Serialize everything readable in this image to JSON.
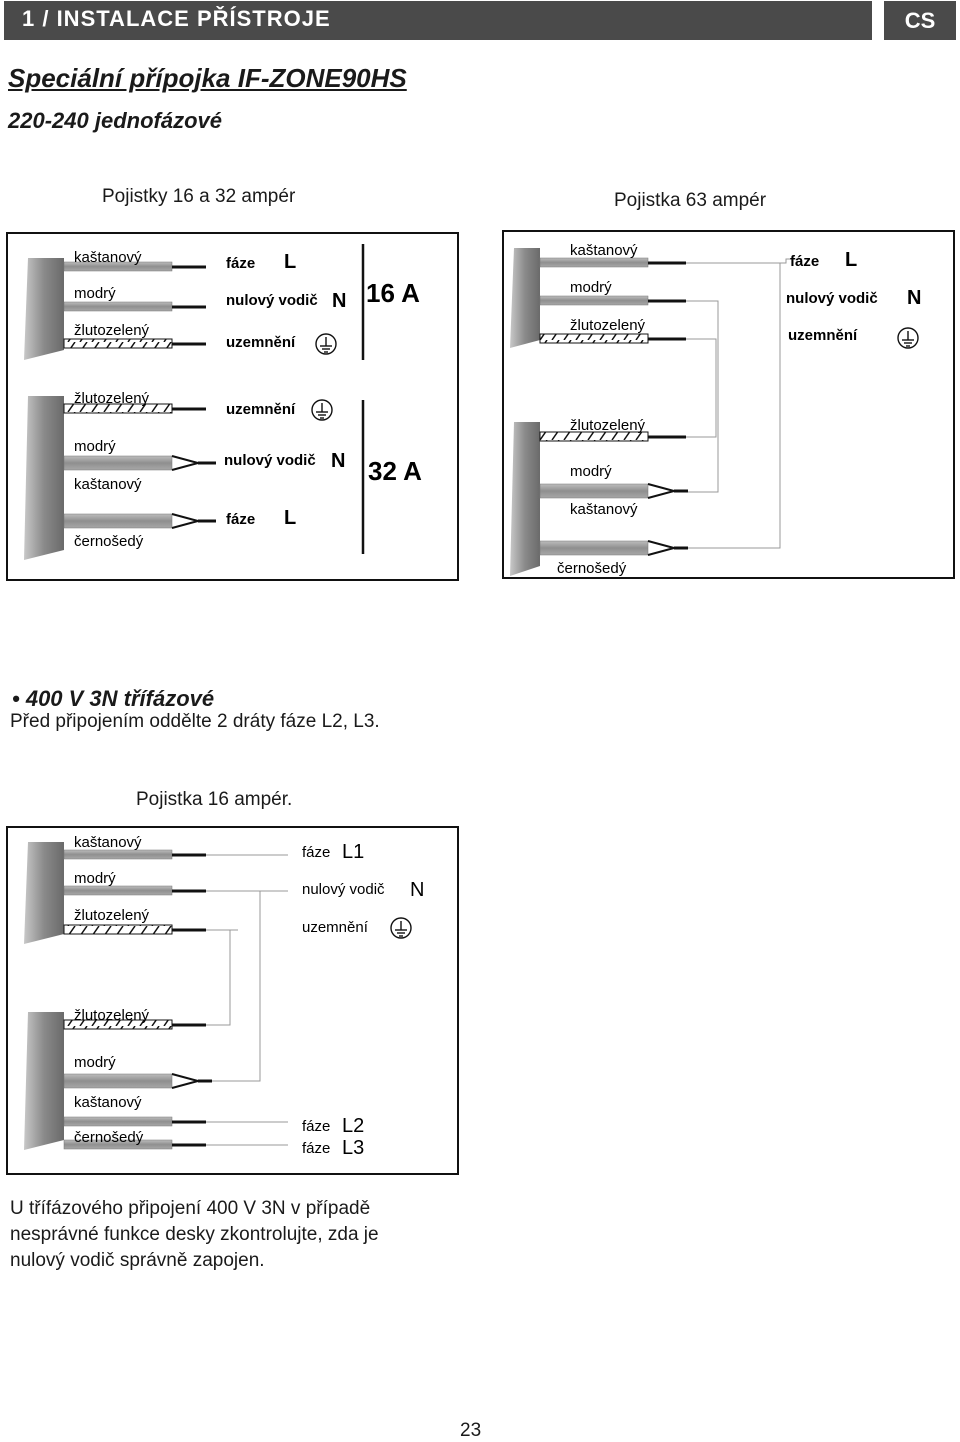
{
  "header": {
    "title": "1 / INSTALACE  PŘÍSTROJE",
    "lang": "CS"
  },
  "title": "Speciální přípojka  IF-ZONE90HS",
  "subtitle": "220-240 jednofázové",
  "diagram1": {
    "caption": "Pojistky 16 a 32 ampér",
    "top": {
      "wires": [
        "kaštanový",
        "modrý",
        "žlutozelený"
      ],
      "terminals": [
        "fáze",
        "nulový vodič",
        "uzemnění"
      ],
      "letters": [
        "L",
        "N"
      ],
      "fuse": "16 A"
    },
    "bottom": {
      "wires": [
        "žlutozelený",
        "modrý",
        "kaštanový",
        "černošedý"
      ],
      "terminals": [
        "uzemnění",
        "nulový vodič",
        "fáze"
      ],
      "letters": [
        "N",
        "L"
      ],
      "fuse": "32 A"
    }
  },
  "diagram2": {
    "caption": "Pojistka 63 ampér",
    "top_wires": [
      "kaštanový",
      "modrý",
      "žlutozelený"
    ],
    "bottom_wires": [
      "žlutozelený",
      "modrý",
      "kaštanový",
      "černošedý"
    ],
    "terminals": [
      "fáze",
      "nulový vodič",
      "uzemnění"
    ],
    "letters": [
      "L",
      "N"
    ]
  },
  "section2": {
    "title": "400 V 3N třífázové",
    "text": "Před připojením oddělte 2 dráty fáze L2, L3."
  },
  "diagram3": {
    "caption": "Pojistka 16 ampér.",
    "top_wires": [
      "kaštanový",
      "modrý",
      "žlutozelený"
    ],
    "bottom_wires": [
      "žlutozelený",
      "modrý",
      "kaštanový",
      "černošedý"
    ],
    "terminals": [
      "fáze",
      "nulový vodič",
      "uzemnění",
      "fáze",
      "fáze"
    ],
    "letters": [
      "L1",
      "N",
      "L2",
      "L3"
    ]
  },
  "note": [
    "U třífázového připojení 400 V 3N v případě",
    "nesprávné funkce desky zkontrolujte, zda je",
    "nulový vodič správně zapojen."
  ],
  "page_number": "23"
}
